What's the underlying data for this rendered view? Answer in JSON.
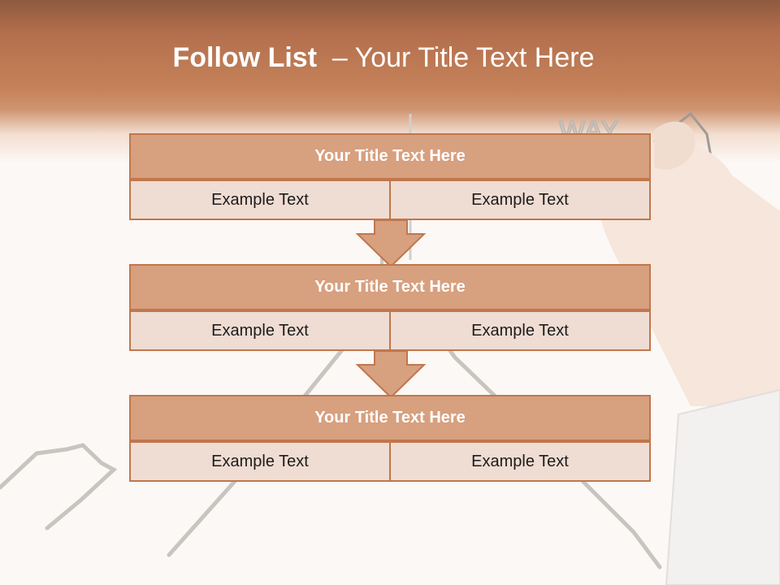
{
  "header": {
    "title_bold": "Follow List ",
    "title_rest": " – Your Title Text Here"
  },
  "rows": [
    {
      "title": "Your Title Text Here",
      "left": "Example Text",
      "right": "Example Text"
    },
    {
      "title": "Your Title Text Here",
      "left": "Example Text",
      "right": "Example Text"
    },
    {
      "title": "Your Title Text Here",
      "left": "Example Text",
      "right": "Example Text"
    }
  ],
  "colors": {
    "accent": "#c0774c",
    "title_fill": "#d7a07f",
    "cell_fill": "#efdcd3",
    "arrow_fill": "#d7a07f"
  }
}
